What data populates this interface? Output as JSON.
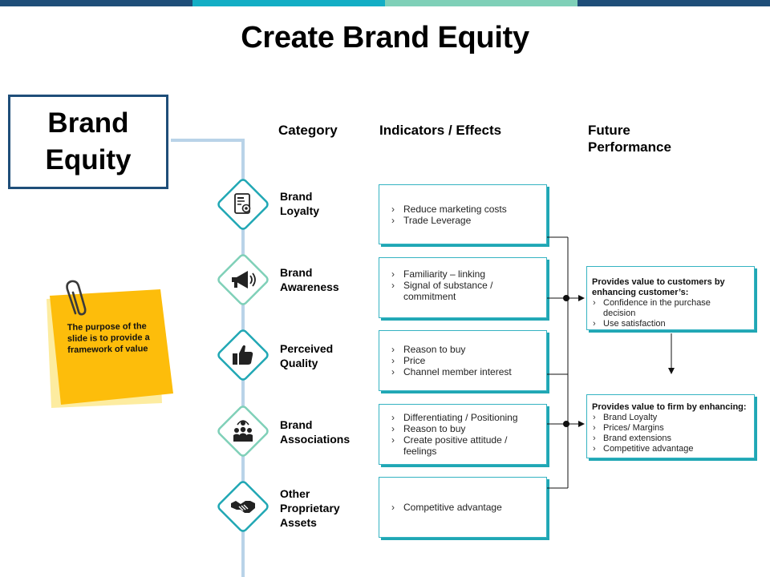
{
  "colors": {
    "bar_navy": "#1f4e79",
    "bar_cyan": "#14aec5",
    "bar_mint": "#7fd0b8",
    "teal": "#20a7b4",
    "note_yellow": "#fbbd0b"
  },
  "title": "Create Brand Equity",
  "brand_equity": {
    "line1": "Brand",
    "line2": "Equity"
  },
  "headers": {
    "category": "Category",
    "indicators": "Indicators / Effects",
    "future_line1": "Future",
    "future_line2": "Performance"
  },
  "rows": [
    {
      "icon": "certificate-icon",
      "label_line1": "Brand",
      "label_line2": "Loyalty",
      "label_line3": "",
      "indicators": [
        "Reduce marketing costs",
        "Trade Leverage"
      ]
    },
    {
      "icon": "megaphone-icon",
      "label_line1": "Brand",
      "label_line2": "Awareness",
      "label_line3": "",
      "indicators": [
        "Familiarity – linking",
        "Signal of substance / commitment"
      ]
    },
    {
      "icon": "thumbs-up-icon",
      "label_line1": "Perceived",
      "label_line2": "Quality",
      "label_line3": "",
      "indicators": [
        "Reason to buy",
        "Price",
        "Channel member interest"
      ]
    },
    {
      "icon": "team-icon",
      "label_line1": "Brand",
      "label_line2": "Associations",
      "label_line3": "",
      "indicators": [
        "Differentiating / Positioning",
        "Reason to buy",
        "Create positive attitude / feelings"
      ]
    },
    {
      "icon": "handshake-icon",
      "label_line1": "Other",
      "label_line2": "Proprietary",
      "label_line3": "Assets",
      "indicators": [
        "Competitive advantage"
      ]
    }
  ],
  "performance": {
    "customers": {
      "heading": "Provides value to customers by enhancing customer’s:",
      "items": [
        "Confidence in the purchase decision",
        "Use satisfaction"
      ]
    },
    "firm": {
      "heading": "Provides value to firm by enhancing:",
      "items": [
        "Brand Loyalty",
        "Prices/ Margins",
        "Brand extensions",
        "Competitive  advantage"
      ]
    }
  },
  "note": {
    "text": "The purpose of the slide is to provide a framework of value",
    "icon": "paperclip-icon"
  }
}
